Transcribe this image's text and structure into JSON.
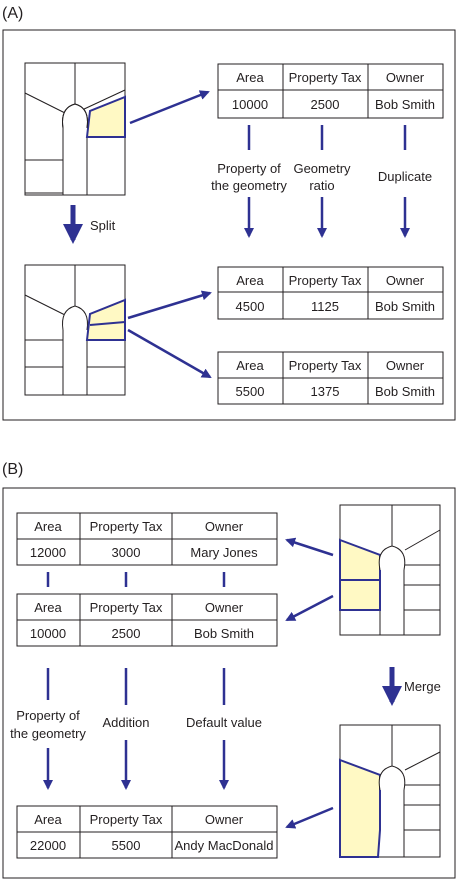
{
  "panel_a": {
    "label": "(A)",
    "split_label": "Split",
    "rules": [
      "Property of",
      "the geometry",
      "Geometry",
      "ratio",
      "Duplicate"
    ],
    "tables": [
      {
        "headers": [
          "Area",
          "Property Tax",
          "Owner"
        ],
        "values": [
          "10000",
          "2500",
          "Bob Smith"
        ]
      },
      {
        "headers": [
          "Area",
          "Property Tax",
          "Owner"
        ],
        "values": [
          "4500",
          "1125",
          "Bob Smith"
        ]
      },
      {
        "headers": [
          "Area",
          "Property Tax",
          "Owner"
        ],
        "values": [
          "5500",
          "1375",
          "Bob Smith"
        ]
      }
    ]
  },
  "panel_b": {
    "label": "(B)",
    "merge_label": "Merge",
    "rules": [
      "Property of",
      "the geometry",
      "Addition",
      "Default value"
    ],
    "tables": [
      {
        "headers": [
          "Area",
          "Property Tax",
          "Owner"
        ],
        "values": [
          "12000",
          "3000",
          "Mary Jones"
        ]
      },
      {
        "headers": [
          "Area",
          "Property Tax",
          "Owner"
        ],
        "values": [
          "10000",
          "2500",
          "Bob Smith"
        ]
      },
      {
        "headers": [
          "Area",
          "Property Tax",
          "Owner"
        ],
        "values": [
          "22000",
          "5500",
          "Andy MacDonald"
        ]
      }
    ]
  },
  "colors": {
    "arrow": "#2e3192",
    "highlight": "#fff9c4",
    "stroke": "#231f20"
  }
}
